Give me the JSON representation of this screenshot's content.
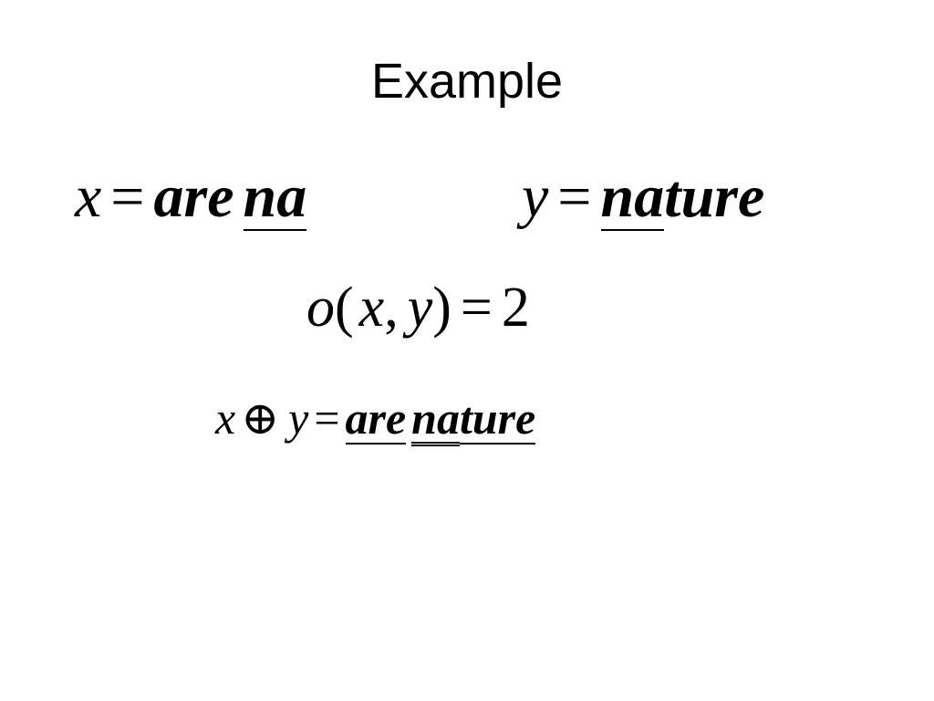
{
  "slide": {
    "title": "Example"
  },
  "equation_x": {
    "lhs": "x",
    "eq": "=",
    "part1": "are",
    "part2": "na"
  },
  "equation_y": {
    "lhs": "y",
    "eq": "=",
    "part1": "na",
    "part2": "ture"
  },
  "equation_o": {
    "func": "o",
    "open": "(",
    "arg1": "x",
    "comma": ",",
    "arg2": "y",
    "close": ")",
    "eq": "=",
    "value": "2"
  },
  "equation_xor": {
    "lhs1": "x",
    "op": "⊕",
    "lhs2": "y",
    "eq": "=",
    "part1": "are",
    "part2": "na",
    "part3": "ture"
  }
}
